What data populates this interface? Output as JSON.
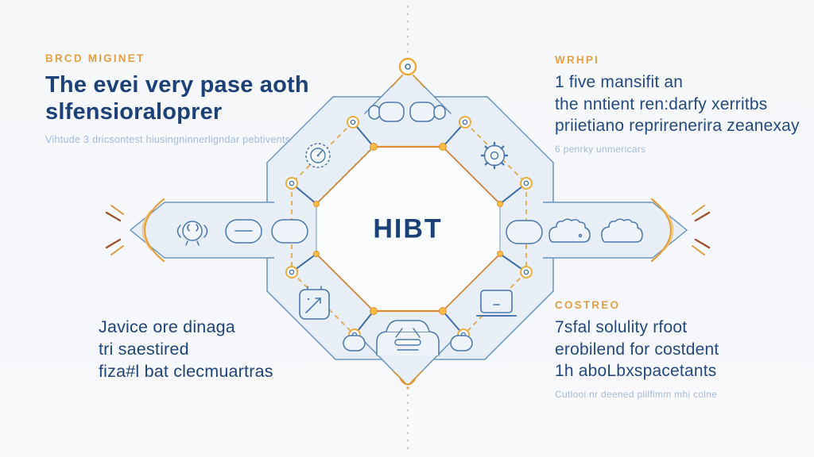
{
  "page": {
    "background": "#f6f7f9"
  },
  "palette": {
    "navy_text": "#1d4177",
    "eyebrow_orange": "#dfa14c",
    "muted_subtext": "#a5bbd6",
    "diagram_fill": "#e8eef5",
    "diagram_stroke": "#6b93bb",
    "icon_stroke": "#4c77ab",
    "accent_orange": "#e08b2e",
    "dash_orange": "#e0a94f",
    "node_yellow": "#f6bc45",
    "node_ring": "#e9ad42"
  },
  "center": {
    "label": "HIBT"
  },
  "blocks": {
    "top_left": {
      "eyebrow": "BRCD MIGINET",
      "heading_lines": [
        "The evei very pase aoth",
        "slfensioraloprer"
      ],
      "subtext": "Vihtude 3 dricsontest hiusingninnerligndar pebtivents"
    },
    "top_right": {
      "eyebrow": "WRHPI",
      "lines": [
        "1 five mansifit an",
        "the nntient ren:darfy xerritbs",
        "priietiano reprirenerira zeanexay"
      ],
      "subtext": "6 penrky unmericars"
    },
    "bottom_left": {
      "lines": [
        "Javice ore dinaga",
        "tri saestired",
        "fiza#l bat clecmuartras"
      ]
    },
    "bottom_right": {
      "eyebrow": "COSTREO",
      "lines": [
        "7sfal solulity rfoot",
        "erobilend for costdent",
        "1h aboLbxspacetants"
      ],
      "subtext": "Cutlooi nr deened plilfimm mhi colne"
    }
  },
  "icons": [
    "apex-target-icon",
    "speedometer-icon",
    "gear-icon",
    "car-top-icon",
    "brain-icon",
    "capsule-icon",
    "cloud-icon",
    "chart-arrow-icon",
    "laptop-icon",
    "car-front-icon",
    "arrow-left-tip",
    "arrow-right-tip"
  ]
}
